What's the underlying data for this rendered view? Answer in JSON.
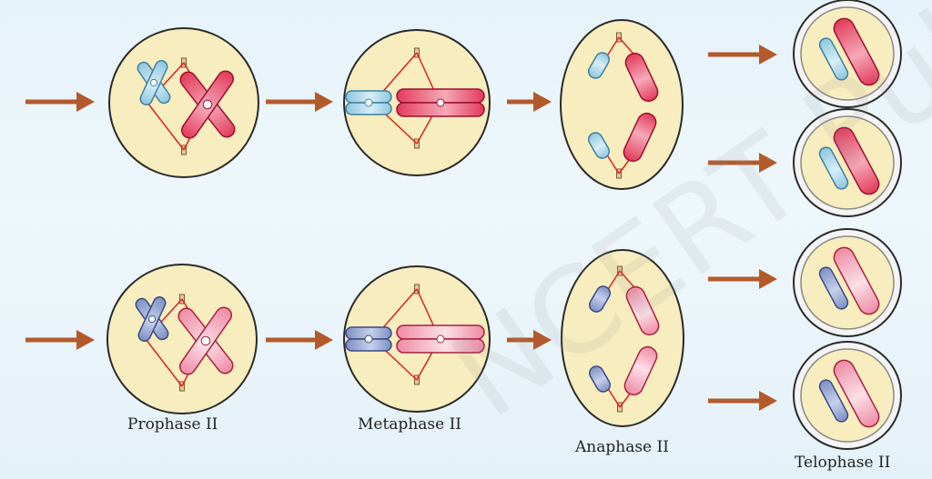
{
  "labels": {
    "prophase": "Prophase II",
    "metaphase": "Metaphase II",
    "anaphase": "Anaphase II",
    "telophase": "Telophase II"
  },
  "watermark": "NCERT  Published",
  "colors": {
    "cell_fill": "#f8edbe",
    "cell_stroke": "#2a2a2a",
    "arrow": "#b35a2c",
    "spindle": "#e02020",
    "chrom_blue_top": "#8cc6de",
    "chrom_blue_top_stroke": "#3f7fa0",
    "chrom_red_top": "#e23a5a",
    "chrom_red_top_stroke": "#9a1030",
    "chrom_blue_bottom": "#7d8fc2",
    "chrom_blue_bottom_stroke": "#3a4a80",
    "chrom_red_bottom": "#ef8aa4",
    "chrom_red_bottom_stroke": "#a8203e"
  }
}
